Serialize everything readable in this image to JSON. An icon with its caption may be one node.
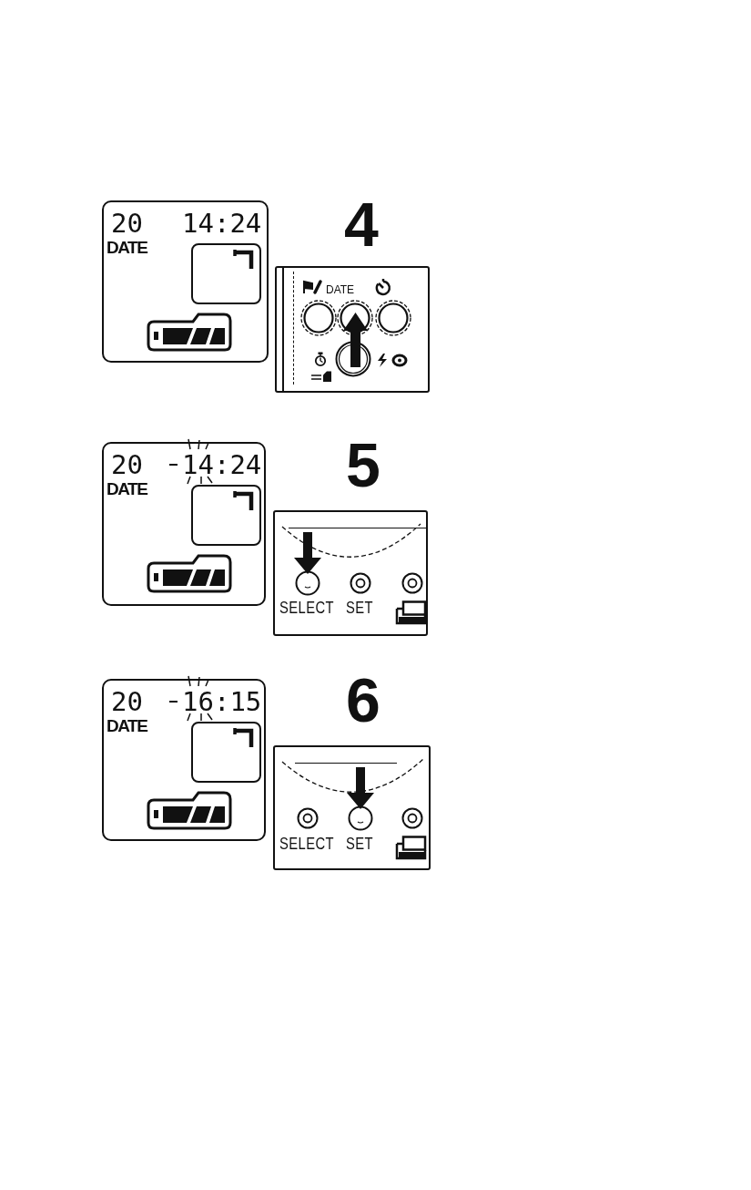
{
  "diagram": {
    "nodes": [
      {
        "text": [
          "20",
          "14:24",
          "DATE"
        ]
      },
      {
        "text": [
          "DATE"
        ]
      },
      {
        "text": [
          "20",
          "14:24",
          "DATE"
        ]
      },
      {
        "text": [
          "SELECT",
          "SET"
        ]
      },
      {
        "text": [
          "20",
          "16:15",
          "DATE"
        ]
      },
      {
        "text": [
          "SELECT",
          "SET"
        ]
      }
    ],
    "labels": [
      "4",
      "5",
      "6"
    ]
  }
}
